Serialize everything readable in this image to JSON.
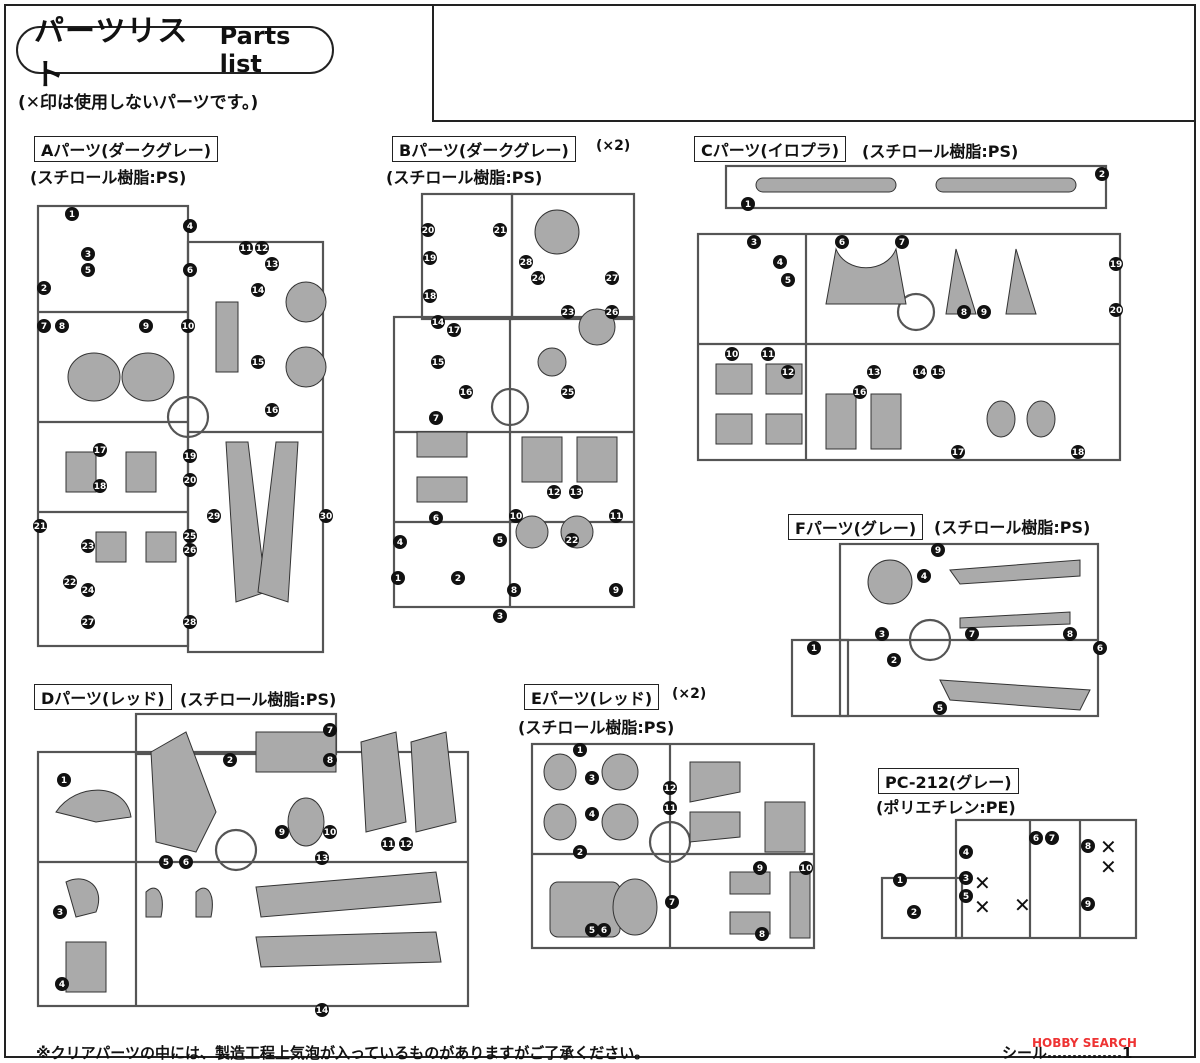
{
  "header": {
    "title_ja": "パーツリスト",
    "title_en": "Parts list",
    "note": "(✕印は使用しないパーツです。)"
  },
  "sections": {
    "A": {
      "label": "Aパーツ(ダークグレー)",
      "material": "(スチロール樹脂:PS)",
      "qty": ""
    },
    "B": {
      "label": "Bパーツ(ダークグレー)",
      "material": "(スチロール樹脂:PS)",
      "qty": "(×2)"
    },
    "C": {
      "label": "Cパーツ(イロプラ)",
      "material": "(スチロール樹脂:PS)",
      "qty": ""
    },
    "D": {
      "label": "Dパーツ(レッド)",
      "material": "(スチロール樹脂:PS)",
      "qty": ""
    },
    "E": {
      "label": "Eパーツ(レッド)",
      "material": "(スチロール樹脂:PS)",
      "qty": "(×2)"
    },
    "F": {
      "label": "Fパーツ(グレー)",
      "material": "(スチロール樹脂:PS)",
      "qty": ""
    },
    "PC": {
      "label": "PC-212(グレー)",
      "material": "(ポリエチレン:PE)",
      "qty": ""
    }
  },
  "footer": {
    "note": "※クリアパーツの中には、製造工程上気泡が入っているものがありますがご了承ください。",
    "seal": "シール……………1",
    "watermark": "HOBBY SEARCH"
  },
  "part_numbers": {
    "A": [
      "1",
      "2",
      "3",
      "4",
      "5",
      "6",
      "7",
      "8",
      "9",
      "10",
      "11",
      "12",
      "13",
      "14",
      "15",
      "16",
      "17",
      "18",
      "19",
      "20",
      "21",
      "22",
      "23",
      "24",
      "25",
      "26",
      "27",
      "28",
      "29",
      "30"
    ],
    "B": [
      "1",
      "2",
      "3",
      "4",
      "5",
      "6",
      "7",
      "8",
      "9",
      "10",
      "11",
      "12",
      "13",
      "14",
      "15",
      "16",
      "17",
      "18",
      "19",
      "20",
      "21",
      "22",
      "23",
      "24",
      "25",
      "26",
      "27",
      "28"
    ],
    "C": [
      "1",
      "2",
      "3",
      "4",
      "5",
      "6",
      "7",
      "8",
      "9",
      "10",
      "11",
      "12",
      "13",
      "14",
      "15",
      "16",
      "17",
      "18",
      "19",
      "20"
    ],
    "D": [
      "1",
      "2",
      "3",
      "4",
      "5",
      "6",
      "7",
      "8",
      "9",
      "10",
      "11",
      "12",
      "13",
      "14"
    ],
    "E": [
      "1",
      "2",
      "3",
      "4",
      "5",
      "6",
      "7",
      "8",
      "9",
      "10",
      "11",
      "12"
    ],
    "F": [
      "1",
      "2",
      "3",
      "4",
      "5",
      "6",
      "7",
      "8",
      "9"
    ],
    "PC": [
      "1",
      "2",
      "3",
      "4",
      "5",
      "6",
      "7",
      "8",
      "9"
    ]
  }
}
